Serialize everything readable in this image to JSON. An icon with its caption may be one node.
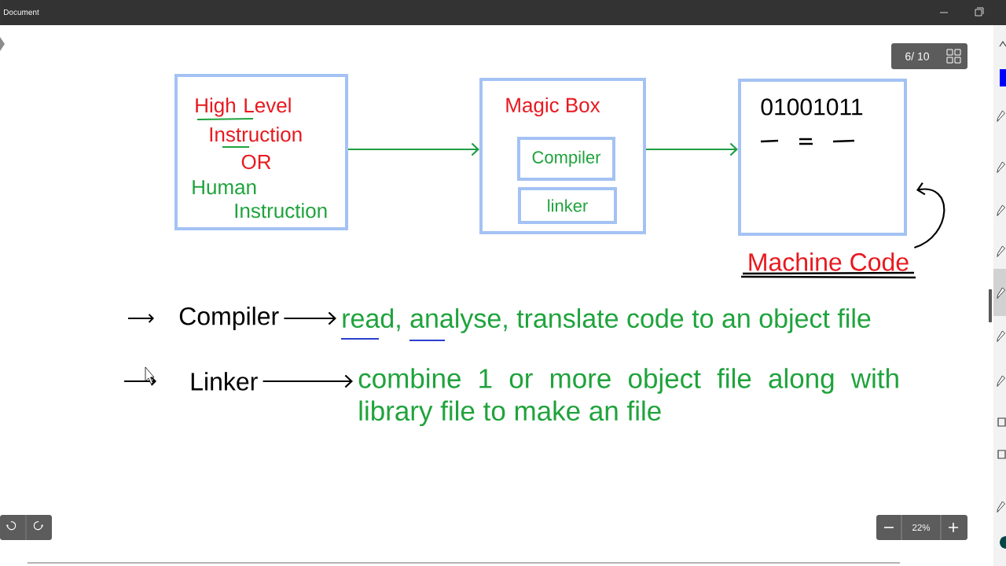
{
  "diagram": {
    "nodes": [
      {
        "text": [
          "High Level Instruction",
          "OR",
          "Human Instruction"
        ]
      },
      {
        "text": [
          "Magic Box"
        ]
      },
      {
        "text": [
          "Compiler"
        ],
        "in": 1
      },
      {
        "text": [
          "linker"
        ],
        "in": 1
      },
      {
        "text": [
          "01001011"
        ]
      },
      {
        "text": [
          "Machine Code"
        ]
      },
      {
        "text": [
          "Compiler"
        ]
      },
      {
        "text": [
          "read, analyse, translate code to an object file"
        ]
      },
      {
        "text": [
          "Linker"
        ]
      },
      {
        "text": [
          "combine 1 or more object file along with library file to make an file"
        ]
      }
    ],
    "edges": [
      {
        "from": 0,
        "to": 1,
        "arrow": "to",
        "color": "#1f9e45"
      },
      {
        "from": 1,
        "to": 4,
        "arrow": "to",
        "color": "#1f9e45"
      },
      {
        "from": 5,
        "to": 4,
        "arrow": "to"
      },
      {
        "from": 6,
        "to": 7,
        "arrow": "to"
      },
      {
        "from": 8,
        "to": 9,
        "arrow": "to"
      }
    ],
    "labels": [
      "Document",
      "6/ 10",
      "22%"
    ]
  }
}
